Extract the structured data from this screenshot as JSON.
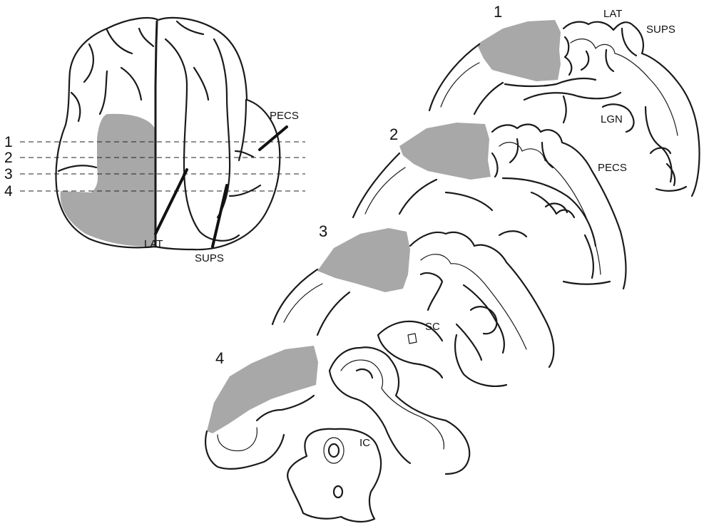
{
  "colors": {
    "lesion": "#a8a8a8",
    "outline": "#1a1a1a",
    "background": "#ffffff"
  },
  "dorsal_view": {
    "level_numbers": [
      "1",
      "2",
      "3",
      "4"
    ],
    "labels": {
      "pecs": "PECS",
      "lat": "LAT",
      "sups": "SUPS"
    }
  },
  "sections": [
    {
      "number": "1",
      "labels": {
        "lat": "LAT",
        "sups": "SUPS",
        "lgn": "LGN"
      }
    },
    {
      "number": "2",
      "labels": {
        "pecs": "PECS"
      }
    },
    {
      "number": "3",
      "labels": {
        "sc": "SC"
      }
    },
    {
      "number": "4",
      "labels": {
        "ic": "IC"
      }
    }
  ]
}
